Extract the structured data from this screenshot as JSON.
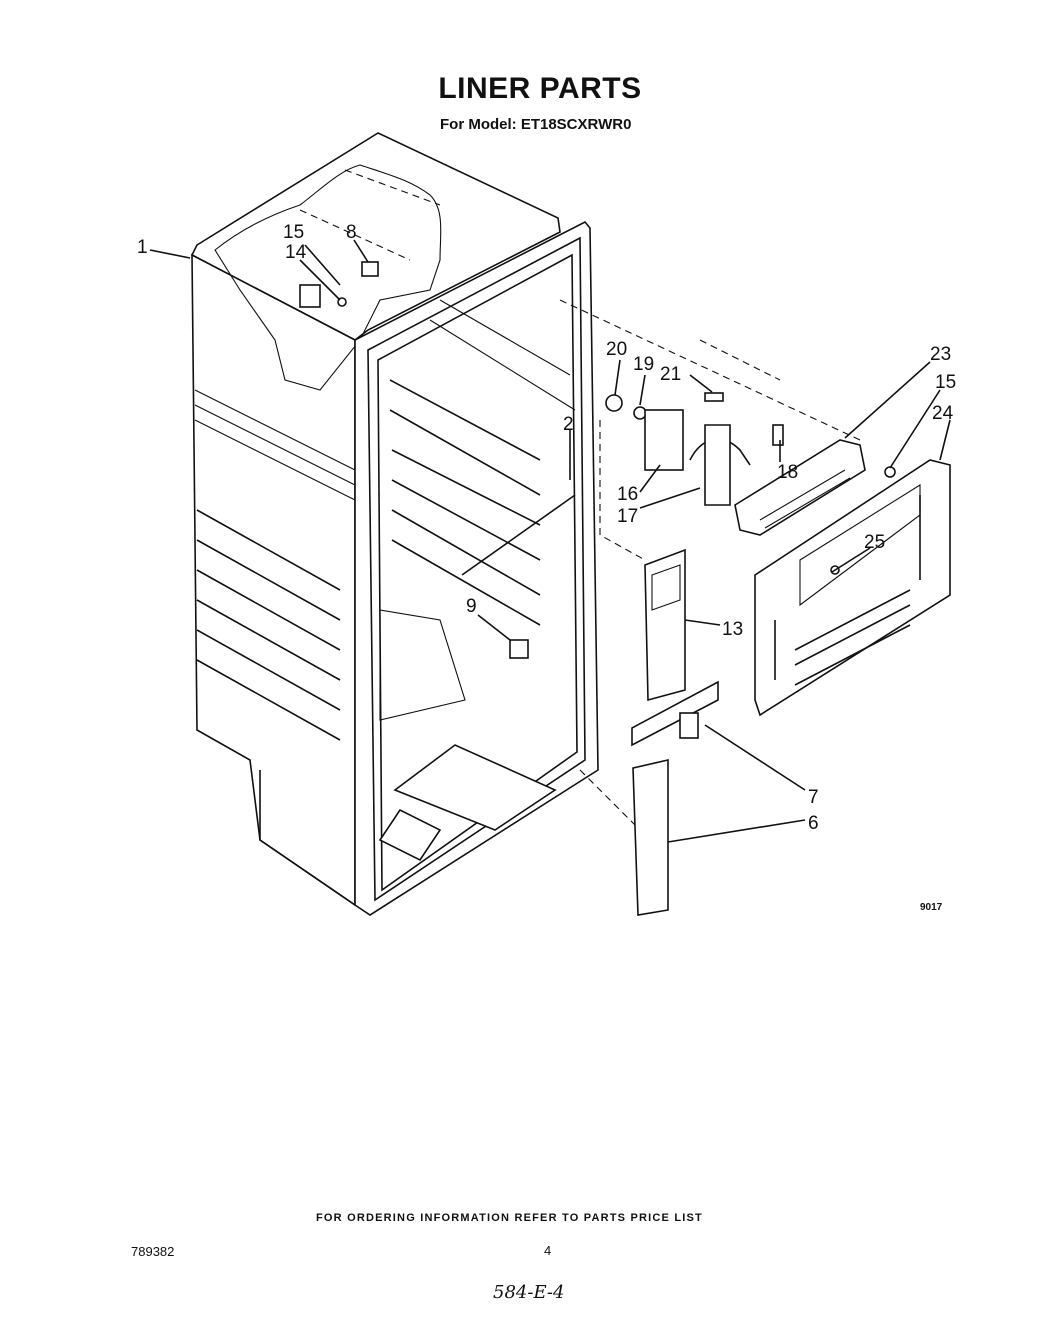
{
  "page": {
    "title": "LINER PARTS",
    "subtitle": "For Model: ET18SCXRWR0",
    "drawing_code": "9017",
    "footer_note": "FOR ORDERING INFORMATION REFER TO PARTS PRICE LIST",
    "document_number": "789382",
    "page_number": "4",
    "handwritten_note": "584-E-4"
  },
  "callouts": [
    "1",
    "15",
    "14",
    "8",
    "2",
    "9",
    "20",
    "19",
    "21",
    "16",
    "17",
    "18",
    "23",
    "15",
    "24",
    "25",
    "13",
    "7",
    "6"
  ]
}
